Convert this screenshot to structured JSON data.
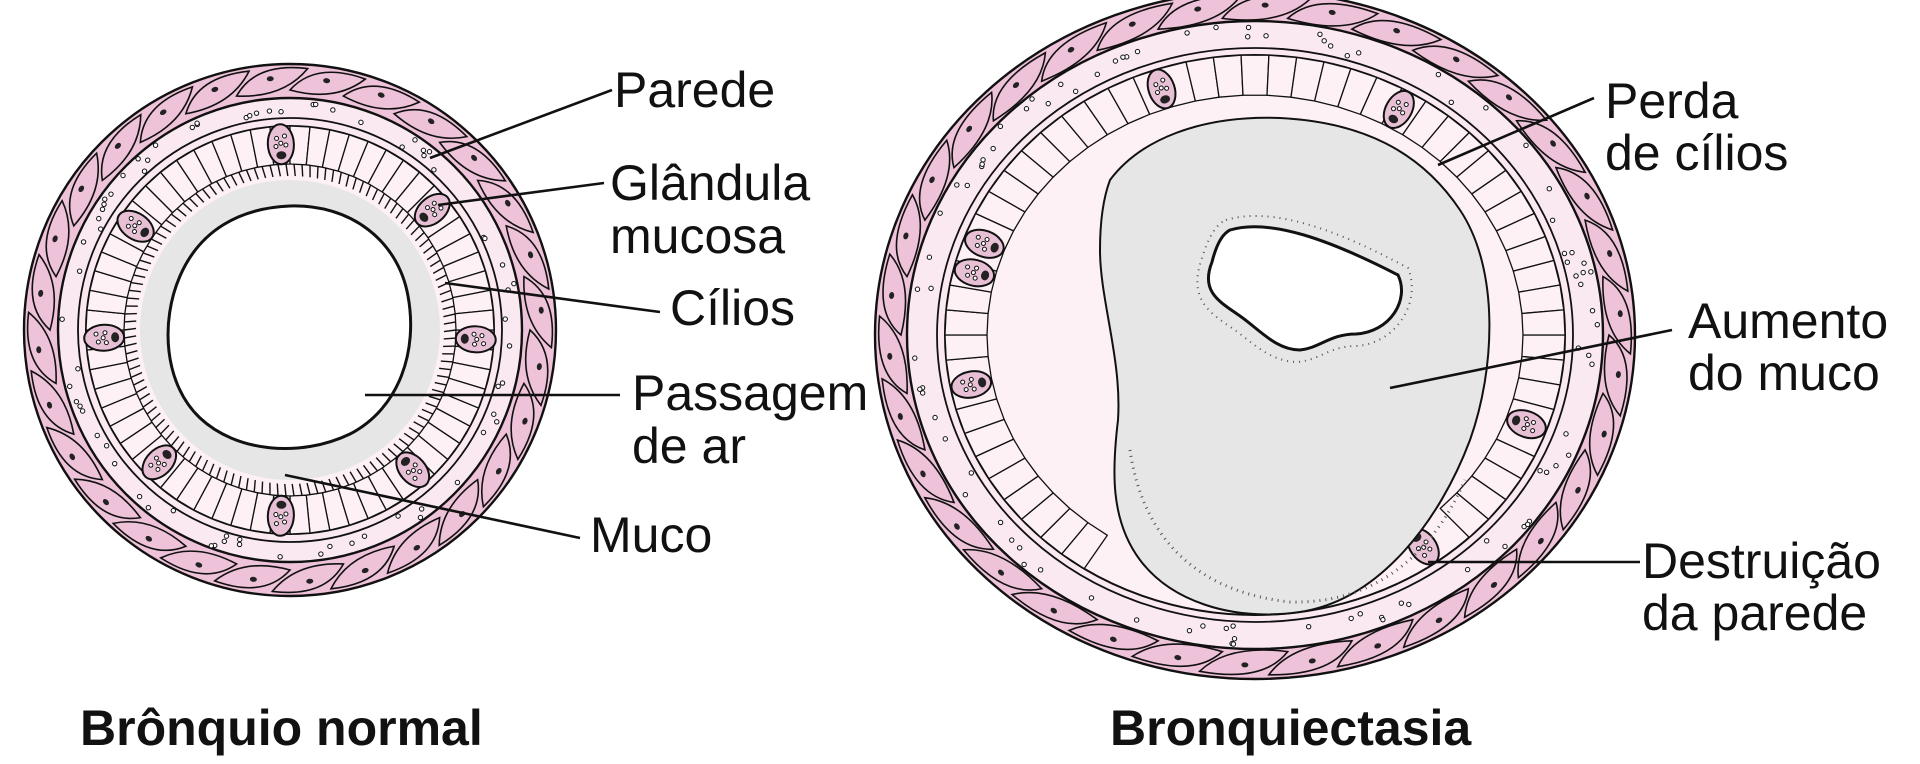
{
  "colors": {
    "outer_wall": "#eec2d8",
    "inner_wall": "#fbe9f2",
    "cells": "#fdf1f6",
    "gland": "#e8c0d5",
    "mucus": "#e6e6e6",
    "outline": "#111111",
    "nuclei": "#222222"
  },
  "normal": {
    "title": "Brônquio normal",
    "labels": {
      "wall": "Parede",
      "gland_1": "Glândula",
      "gland_2": "mucosa",
      "cilia": "Cílios",
      "airway_1": "Passagem",
      "airway_2": "de ar",
      "mucus": "Muco"
    }
  },
  "bronchiectasis": {
    "title": "Bronquiectasia",
    "labels": {
      "cilia_loss_1": "Perda",
      "cilia_loss_2": "de cílios",
      "mucus_increase_1": "Aumento",
      "mucus_increase_2": "do muco",
      "wall_destruction_1": "Destruição",
      "wall_destruction_2": "da parede"
    }
  }
}
